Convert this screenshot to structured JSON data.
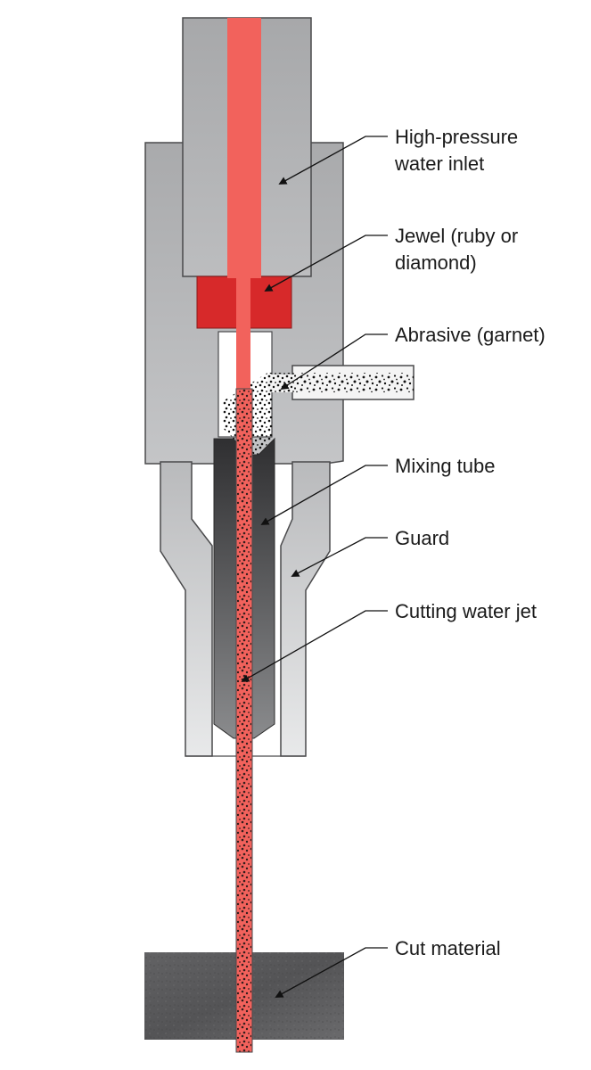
{
  "labels": {
    "inlet": "High-pressure\nwater inlet",
    "jewel": "Jewel (ruby or\ndiamond)",
    "abrasive": "Abrasive (garnet)",
    "mixing_tube": "Mixing tube",
    "guard": "Guard",
    "jet": "Cutting water jet",
    "material": "Cut material"
  },
  "colors": {
    "water": "#f2625c",
    "jewel": "#d7292a",
    "body_gray": "#b6b7b9",
    "dark_tube": "#3a3a3c",
    "material": "#5c5c5e",
    "outline": "#4a4a4c"
  }
}
